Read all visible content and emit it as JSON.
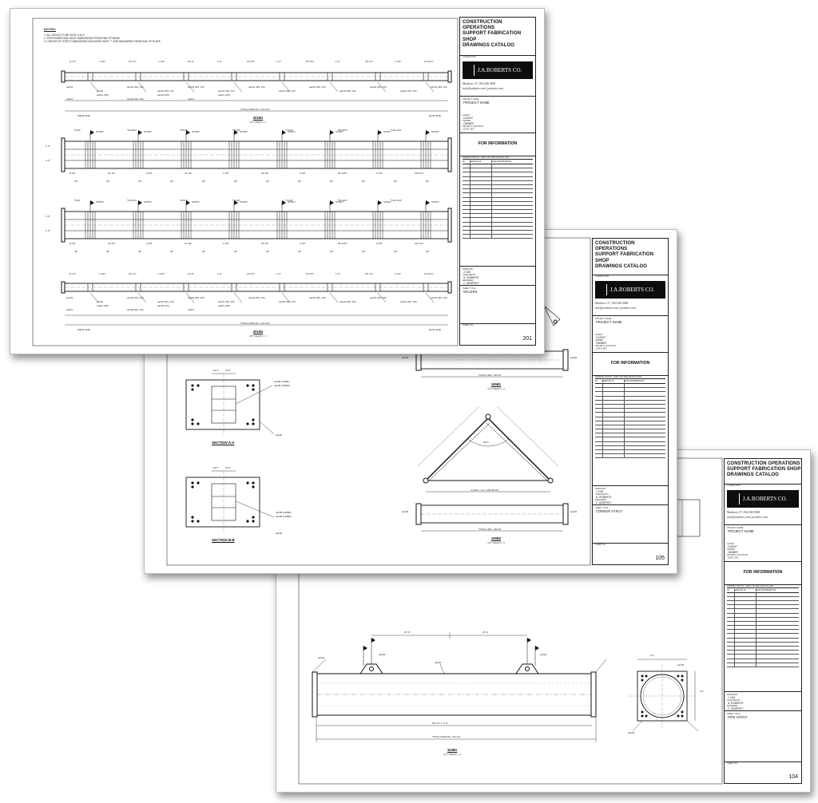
{
  "sheets": {
    "s104": {
      "title": "CONSTRUCTION OPERATIONS\nSUPPORT FABRICATION SHOP\nDRAWINGS CATALOG",
      "consultant_label": "CONSULTANT",
      "company": "J.A.ROBERTS CO.",
      "contact_1": "Madison, CT | 964.360.9000",
      "contact_2": "info@jaroberts.com | jaroberts.com",
      "project_name_label": "PROJECT NAME",
      "project_name": "PROJECT NAME",
      "client_label": "CLIENT",
      "client": "CLIENT",
      "owner_label": "OWNER",
      "owner": "OWNER",
      "location_label": "PROJECT LOCATION",
      "location": "CITY, ST",
      "for_information": "FOR INFORMATION",
      "drawing_set": "DRAWING SET NO.: JARC-CO0-FAB-CATALOG-2021",
      "rev_headers": [
        "ID",
        "2020-06-19",
        "FOR INFORMATION"
      ],
      "drawn_by_label": "DRAWN BY",
      "drawn_by": "J. KIM",
      "checked_label": "CHECKED BY",
      "checked_by": "N. ROBERTS",
      "engineer_label": "ENGINEER",
      "engineer": "C. DEMPSEY",
      "sheet_title_label": "SHEET TITLE",
      "sheet_title": "PIPE STRUT",
      "sheet_no_label": "SHEET NO.",
      "sheet_no": "104",
      "piece_mark": "104B1",
      "piece_qty": "QTY REQ'D = 4",
      "total_length": "TOTAL LENGTH = 49'-1⅛\"",
      "dims": [
        "15'-0\"",
        "15'-0\"",
        "35'-1⅛\" ± 1'-0\"",
        "6⅞\"",
        "6⅞\""
      ],
      "callouts": [
        "pa104",
        "pa104",
        "sa104",
        "ss103",
        "ss103",
        "ps104",
        "ba104",
        "sa102"
      ]
    },
    "s105": {
      "title": "CONSTRUCTION OPERATIONS\nSUPPORT FABRICATION SHOP\nDRAWINGS CATALOG",
      "consultant_label": "CONSULTANT",
      "company": "J.A.ROBERTS CO.",
      "contact_1": "Madison, CT | 964.360.9000",
      "contact_2": "info@jaroberts.com | jaroberts.com",
      "project_name_label": "PROJECT NAME",
      "project_name": "PROJECT NAME",
      "client_label": "CLIENT",
      "client": "CLIENT",
      "owner_label": "OWNER",
      "owner": "OWNER",
      "location_label": "PROJECT LOCATION",
      "location": "CITY, ST",
      "for_information": "FOR INFORMATION",
      "drawing_set": "DRAWING SET NO.: JARC-CO0-FAB-CATALOG-2021",
      "rev_headers": [
        "ID",
        "2020-06-19",
        "FOR INFORMATION"
      ],
      "drawn_by_label": "DRAWN BY",
      "drawn_by": "J. KIM",
      "checked_label": "CHECKED BY",
      "checked_by": "N. ROBERTS",
      "engineer_label": "ENGINEER",
      "engineer": "C. DEMPSEY",
      "sheet_title_label": "SHEET TITLE",
      "sheet_title": "CORNER STRUT",
      "sheet_no_label": "SHEET NO.",
      "sheet_no": "105",
      "section_a": "SECTION A-A",
      "section_b": "SECTION B-B",
      "piece_1": "105B1",
      "piece_2": "105B2",
      "piece_qty": "QTY REQ'D = 4",
      "total_len_1": "TOTAL LEN = 18'-00\"",
      "total_len_2": "TOTAL LEN = 18'-00\"",
      "diag_len": "2-HP14 = 11'-1 3⁄8 (25.25')",
      "angle": "90.0°",
      "dims": [
        "10½\"",
        "10½\"",
        "10½\"",
        "10½\""
      ],
      "callouts": [
        "sa105 (105B1)",
        "sa105 (105B2)",
        "sa102",
        "sa102",
        "sa105 (105B1)",
        "sa105 (105B2)",
        "sa102",
        "sa102",
        "sa102",
        "sa102",
        "sa102"
      ]
    },
    "s201": {
      "title": "CONSTRUCTION OPERATIONS\nSUPPORT FABRICATION SHOP\nDRAWINGS CATALOG",
      "consultant_label": "CONSULTANT",
      "company": "J.A.ROBERTS CO.",
      "contact_1": "Madison, CT | 964.360.9000",
      "contact_2": "info@jaroberts.com | jaroberts.com",
      "project_name_label": "PROJECT NAME",
      "project_name": "PROJECT NAME",
      "client_label": "CLIENT",
      "client": "CLIENT",
      "owner_label": "OWNER",
      "owner": "OWNER",
      "location_label": "PROJECT LOCATION",
      "location": "CITY, ST",
      "for_information": "FOR INFORMATION",
      "drawing_set": "DRAWING SET NO.: JARC-CO0-FAB-CATALOG-2021",
      "rev_headers": [
        "ID",
        "2020-06-19",
        "FOR INFORMATION"
      ],
      "drawn_by_label": "DRAWN BY",
      "drawn_by": "J. KIM",
      "checked_label": "CHECKED BY",
      "checked_by": "N. ROBERTS",
      "engineer_label": "ENGINEER",
      "engineer": "C. DEMPSEY",
      "sheet_title_label": "SHEET TITLE",
      "sheet_title": "WALERS",
      "sheet_no_label": "SHEET NO.",
      "sheet_no": "201",
      "notes_title": "NOTES:",
      "notes": [
        "1.   ALL HOLES TO BE 15/16\" U.N.O.",
        "2.   STIFFENERS AND HOLE DIMENSIONS FROM END OF BEAM",
        "3.   CENTER OF STRUT DIMENSIONS INDICATED WITH \"*\" ARE MEASURED FROM END OF PLATE"
      ],
      "piece_1": "201B1",
      "piece_2": "201B2",
      "piece_qty": "QTY REQ'D = 1",
      "total_length": "TOTAL LENGTH = 111'-8⅞\"",
      "west_end": "WEST END",
      "east_end": "EAST END",
      "strut_label": "STRUT",
      "top_dims": [
        "8'-1½\"",
        "1'-6⅜\"",
        "21'-1½\"",
        "1'-6⅜\"",
        "16'-0\"",
        "1'-0\"",
        "19'-0½\"",
        "1'-0\"",
        "15'-0½\"",
        "1'-0\"",
        "18'-7⅛\"",
        "1'-6⅜\"",
        "19'-10⅞\""
      ],
      "beam_dims": [
        "*8-10\"",
        "*24-10⅜\"",
        "*38-10\"",
        "*53-10\"",
        "*70-10\"",
        "*83-10⅜\"",
        "*101-10⅜\""
      ],
      "bot_dims": [
        "8'-00\"",
        "21'-10\"",
        "3'-00\"",
        "37'-00\"",
        "1'-00\"",
        "54'-00\"",
        "1'-00\"",
        "69'-10⅜\"",
        "3'-00\"",
        "100'-5⅞\""
      ],
      "stiff_dims": [
        "40\"",
        "40\"",
        "40\"",
        "40\"",
        "40\"",
        "40\"",
        "40\"",
        "40\"",
        "40\"",
        "40\"",
        "40\"",
        "40\""
      ],
      "side_dims": [
        "1'-0\"",
        "1'-0\"",
        "1'-0\"",
        "1'-0\""
      ],
      "callouts": [
        "sa101",
        "sa101",
        "sa101 (NS, FS)",
        "sa101 (NS, FS)",
        "sa101 (NS, FS)",
        "sa101 (NS, FS)",
        "sa101 (NS, FS)",
        "sa101 (NS, FS)",
        "sa101 (NS, FS)",
        "sa101 (NS, FS)",
        "sa101 (NS, FS)",
        "sa101 (NS, FS)",
        "sa101 (NS, FS)",
        "ss201",
        "ss201 (PS)",
        "sa101 (NS, FS)",
        "sa101 (FS)",
        "ss201",
        "ss201 (PS)"
      ]
    }
  }
}
